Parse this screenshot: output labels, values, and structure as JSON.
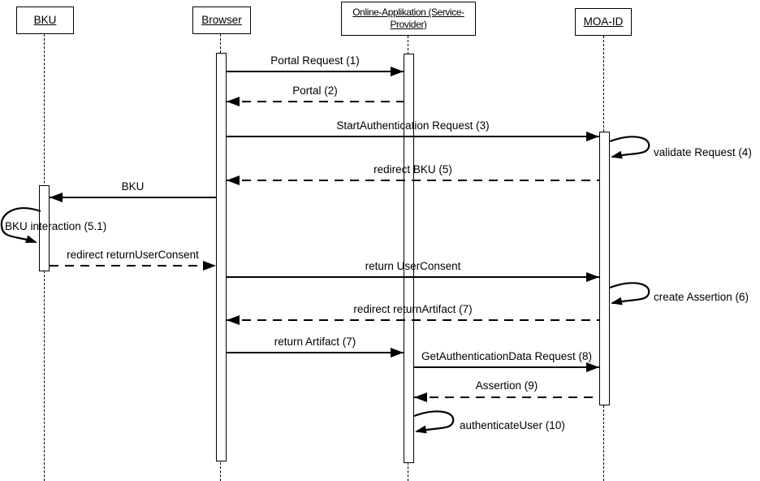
{
  "colors": {
    "background": "#ffffff",
    "line": "#000000",
    "text": "#000000"
  },
  "actors": [
    {
      "name": "BKU"
    },
    {
      "name": "Browser"
    },
    {
      "name": "Online-Applikation (Service-Provider)",
      "line1": "Online-Applikation (Service-",
      "line2": "Provider)"
    },
    {
      "name": "MOA-ID"
    }
  ],
  "messages": [
    {
      "label": "Portal Request (1)",
      "from": "Browser",
      "to": "Online-Applikation (Service-Provider)",
      "line": "solid",
      "kind": "request"
    },
    {
      "label": "Portal (2)",
      "from": "Online-Applikation (Service-Provider)",
      "to": "Browser",
      "line": "dashed",
      "kind": "return"
    },
    {
      "label": "StartAuthentication Request (3)",
      "from": "Browser",
      "to": "MOA-ID",
      "line": "solid",
      "kind": "request"
    },
    {
      "label": "validate Request (4)",
      "from": "MOA-ID",
      "to": "MOA-ID",
      "line": "solid",
      "kind": "self"
    },
    {
      "label": "redirect BKU (5)",
      "from": "MOA-ID",
      "to": "Browser",
      "line": "dashed",
      "kind": "return"
    },
    {
      "label": "BKU",
      "from": "Browser",
      "to": "BKU",
      "line": "solid",
      "kind": "request"
    },
    {
      "label": "BKU interaction (5.1)",
      "from": "BKU",
      "to": "BKU",
      "line": "solid",
      "kind": "self"
    },
    {
      "label": "redirect returnUserConsent",
      "from": "BKU",
      "to": "Browser",
      "line": "dashed",
      "kind": "return"
    },
    {
      "label": "return UserConsent",
      "from": "Browser",
      "to": "MOA-ID",
      "line": "solid",
      "kind": "request"
    },
    {
      "label": "create Assertion (6)",
      "from": "MOA-ID",
      "to": "MOA-ID",
      "line": "solid",
      "kind": "self"
    },
    {
      "label": "redirect returnArtifact (7)",
      "from": "MOA-ID",
      "to": "Browser",
      "line": "dashed",
      "kind": "return"
    },
    {
      "label": "return Artifact (7)",
      "from": "Browser",
      "to": "Online-Applikation (Service-Provider)",
      "line": "solid",
      "kind": "request"
    },
    {
      "label": "GetAuthenticationData Request (8)",
      "from": "Online-Applikation (Service-Provider)",
      "to": "MOA-ID",
      "line": "solid",
      "kind": "request"
    },
    {
      "label": "Assertion (9)",
      "from": "MOA-ID",
      "to": "Online-Applikation (Service-Provider)",
      "line": "dashed",
      "kind": "return"
    },
    {
      "label": "authenticateUser (10)",
      "from": "Online-Applikation (Service-Provider)",
      "to": "Online-Applikation (Service-Provider)",
      "line": "solid",
      "kind": "self"
    }
  ]
}
